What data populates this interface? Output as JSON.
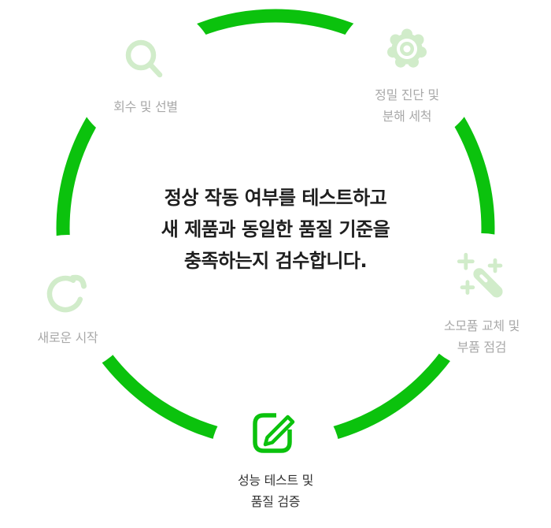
{
  "diagram_title": "refurbish-process-cycle",
  "colors": {
    "green": "#0bc20d",
    "light_green": "#d1ecca",
    "gray_label": "#a9a9a9",
    "dark_label": "#333333",
    "ink": "#1e1e1e"
  },
  "center_message": {
    "line1": "정상 작동 여부를 테스트하고",
    "line2": "새 제품과 동일한 품질 기준을",
    "line3": "충족하는지 검수합니다."
  },
  "nodes": [
    {
      "id": "collect",
      "label": "회수 및 선별",
      "icon": "magnifier-icon",
      "active": false
    },
    {
      "id": "diagnose",
      "label": "정밀 진단 및\n분해 세척",
      "icon": "gear-icon",
      "active": false
    },
    {
      "id": "parts",
      "label": "소모품 교체 및\n부품 점검",
      "icon": "magic-wand-icon",
      "active": false
    },
    {
      "id": "test",
      "label": "성능 테스트 및\n품질 검증",
      "icon": "edit-icon",
      "active": true
    },
    {
      "id": "restart",
      "label": "새로운 시작",
      "icon": "refresh-icon",
      "active": false
    }
  ]
}
